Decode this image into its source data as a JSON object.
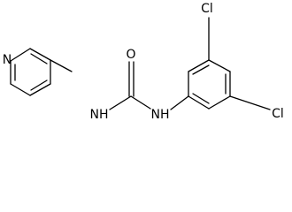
{
  "molecule": {
    "atoms": {
      "pyridine_n": "N",
      "nh_left": "NH",
      "carbonyl_o": "O",
      "nh_right": "NH",
      "cl_top": "Cl",
      "cl_bottom": "Cl"
    }
  },
  "colors": {
    "bond": "#000000",
    "label": "#000000",
    "background": "#ffffff"
  }
}
